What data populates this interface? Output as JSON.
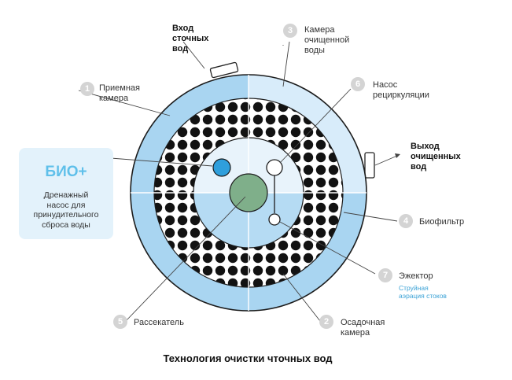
{
  "colors": {
    "outer_ring_light": "#d8ecfa",
    "outer_ring_dark": "#a9d5f1",
    "center_light": "#e8f3fb",
    "center_mid": "#b5dbf3",
    "biofilter_bg": "#ffffff",
    "biofilter_dots": "#121212",
    "pump_fill": "#7faf8a",
    "intake_fill": "#2f9fdc",
    "badge": "#d4d4d4",
    "accent": "#5fc0ea"
  },
  "labels": {
    "inlet": "Вход\nсточных\nвод",
    "outlet": "Выход\nочищенных\nвод",
    "receiving_chamber": {
      "number": "1",
      "text": "Приемная\nкамера"
    },
    "settling_chamber": {
      "number": "2",
      "text": "Осадочная\nкамера"
    },
    "clean_water_chamber": {
      "number": "3",
      "text": "Камера\nочищенной\nводы"
    },
    "biofilter": {
      "number": "4",
      "text": "Биофильтр"
    },
    "divider": {
      "number": "5",
      "text": "Рассекатель"
    },
    "recirculation_pump": {
      "number": "6",
      "text": "Насос\nрециркуляции"
    },
    "ejector": {
      "number": "7",
      "text": "Эжектор",
      "subtext": "Струйная\nаэрация стоков"
    }
  },
  "bio_box": {
    "title": "БИО+",
    "text": "Дренажный\nнасос для\nпринудительного\nсброса воды"
  },
  "caption": "Технология очистки чточных вод"
}
